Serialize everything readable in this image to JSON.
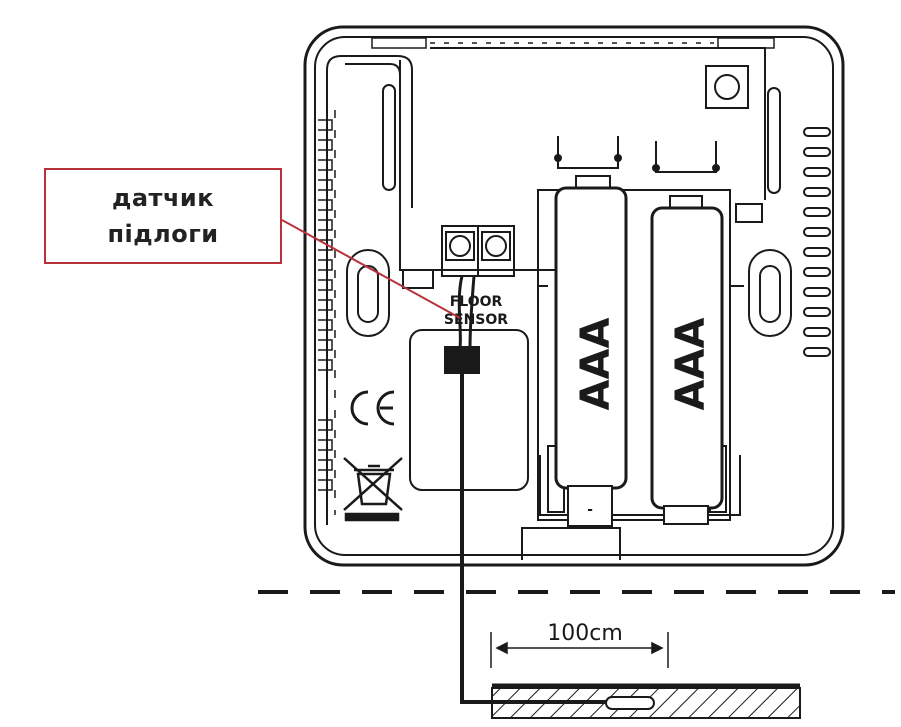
{
  "callout": {
    "line1": "датчик",
    "line2": "підлоги",
    "border_color": "#b8323a"
  },
  "terminal_label": {
    "line1": "FLOOR",
    "line2": "SENSOR"
  },
  "battery_1": {
    "label": "AAA"
  },
  "battery_2": {
    "label": "AAA"
  },
  "battery_minus": "-",
  "dimension": {
    "label": "100cm"
  },
  "colors": {
    "stroke": "#1a1a1a",
    "background": "#ffffff"
  }
}
